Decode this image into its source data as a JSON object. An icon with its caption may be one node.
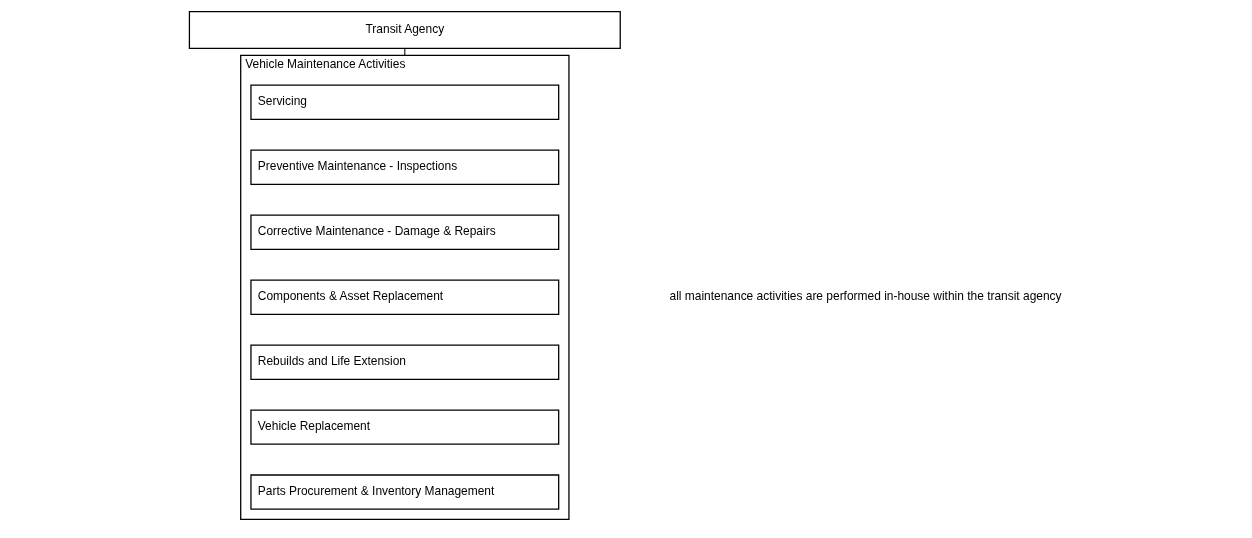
{
  "diagram": {
    "nodes": [
      {
        "text": [
          "Transit Agency"
        ]
      },
      {
        "text": [
          "Vehicle Maintenance Activities"
        ]
      },
      {
        "text": [
          "Servicing"
        ],
        "in": 1
      },
      {
        "text": [
          "Preventive Maintenance - Inspections"
        ],
        "in": 1
      },
      {
        "text": [
          "Corrective Maintenance - Damage & Repairs"
        ],
        "in": 1
      },
      {
        "text": [
          "Components & Asset Replacement"
        ],
        "in": 1
      },
      {
        "text": [
          "Rebuilds and Life Extension"
        ],
        "in": 1
      },
      {
        "text": [
          "Vehicle Replacement"
        ],
        "in": 1
      },
      {
        "text": [
          "Parts Procurement & Inventory Management"
        ],
        "in": 1
      }
    ],
    "edges": [
      {
        "from": 0,
        "to": 1,
        "arrow": "none"
      }
    ],
    "labels": [
      "all maintenance activities are performed in-house within the transit agency"
    ]
  }
}
